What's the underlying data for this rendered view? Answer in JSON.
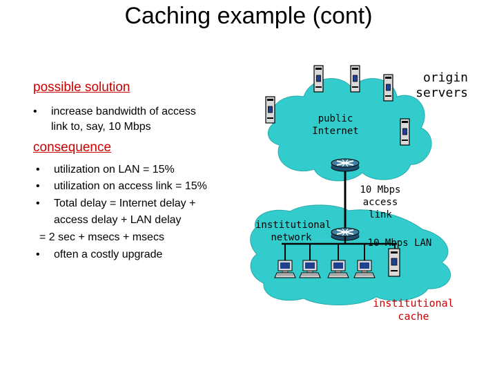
{
  "title": "Caching example (cont)",
  "solution": {
    "heading": "possible solution",
    "bullet_mark": "•",
    "bullet_line1": "increase bandwidth of access",
    "bullet_line2": "link to, say, 10 Mbps"
  },
  "consequence": {
    "heading": "consequence",
    "bullet_mark": "•",
    "item1": "utilization on LAN = 15%",
    "item2": "utilization on access link = 15%",
    "item3_line1": "Total delay   = Internet delay +",
    "item3_line2": "access delay + LAN delay",
    "item3_line3": "=  2 sec + msecs + msecs",
    "item4": "often a costly upgrade"
  },
  "diagram": {
    "origin_line1": "origin",
    "origin_line2": "servers",
    "public_line1": "public",
    "public_line2": "Internet",
    "access_line1": "10 Mbps",
    "access_line2": "access link",
    "inst_line1": "institutional",
    "inst_line2": "network",
    "lan_label": "10 Mbps LAN",
    "cache_line1": "institutional",
    "cache_line2": "cache",
    "cloud_color": "#33cccc",
    "accent_color": "#cc0000"
  }
}
